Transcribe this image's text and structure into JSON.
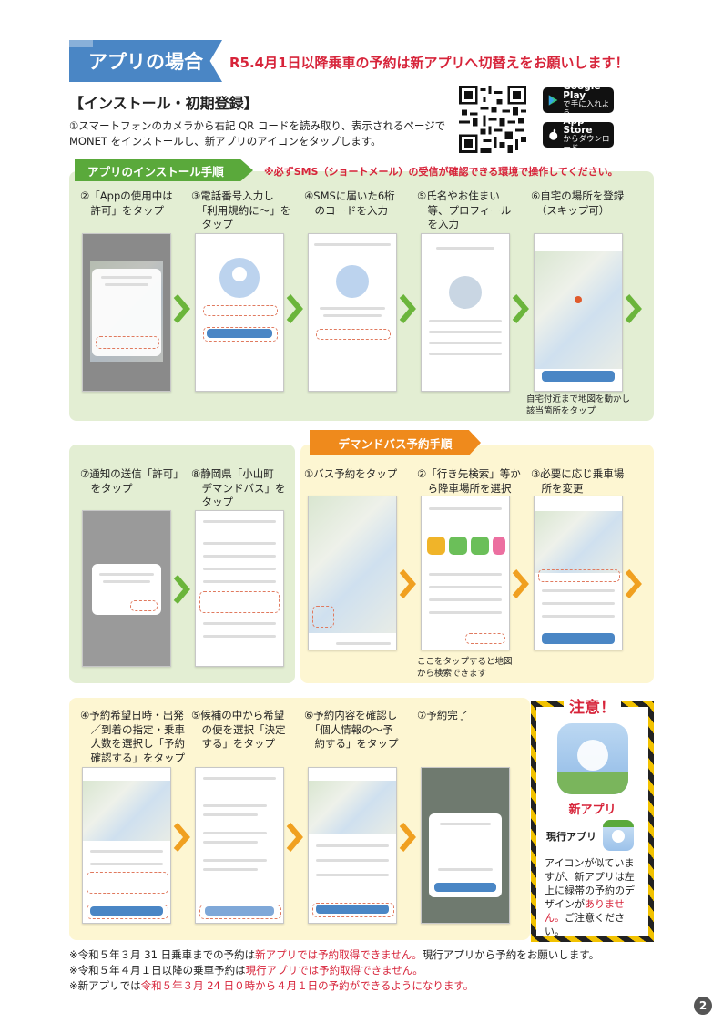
{
  "header": {
    "tag": "アプリの場合",
    "headline": "R5.4月1日以降乗車の予約は新アプリへ切替えをお願いします！"
  },
  "install": {
    "heading": "【インストール・初期登録】",
    "text": "①スマートフォンのカメラから右記 QR コードを読み取り、表示されるページで MONET をインストールし、新アプリのアイコンをタップします。",
    "google_play": {
      "small": "Google Play",
      "big": "で手に入れよう"
    },
    "app_store": {
      "small": "App Store",
      "big": "からダウンロード"
    }
  },
  "install_panel": {
    "tab": "アプリのインストール手順",
    "warning": "※必ずSMS（ショートメール）の受信が確認できる環境で操作してください。",
    "steps": [
      "②「Appの使用中は\n　許可」をタップ",
      "③電話番号入力し\n　「利用規約に～」を\n　タップ",
      "④SMSに届いた6桁\n　のコードを入力",
      "⑤氏名やお住まい\n　等、プロフィール\n　を入力",
      "⑥自宅の場所を登録\n　（スキップ可）"
    ],
    "note": "自宅付近まで地図を動かし\n該当箇所をタップ"
  },
  "register_panel": {
    "steps": [
      "⑦通知の送信「許可」\n　をタップ",
      "⑧静岡県「小山町\n　デマンドバス」を\n　タップ"
    ]
  },
  "demand_panel": {
    "tab": "デマンドバス予約手順",
    "steps": [
      "①バス予約をタップ",
      "②「行き先検索」等か\n　ら降車場所を選択",
      "③必要に応じ乗車場\n　所を変更"
    ],
    "note": "ここをタップすると地図\nから検索できます"
  },
  "booking_panel": {
    "steps": [
      "④予約希望日時・出発\n　／到着の指定・乗車\n　人数を選択し「予約\n　確認する」をタップ",
      "⑤候補の中から希望\n　の便を選択「決定\n　する」をタップ",
      "⑥予約内容を確認し\n　「個人情報の～予\n　約する」をタップ",
      "⑦予約完了"
    ]
  },
  "caution": {
    "title": "注意！",
    "new_app": "新アプリ",
    "current_app": "現行アプリ",
    "text_a": "アイコンが似ていますが、新アプリは左上に緑帯の予約のデザインが",
    "text_red": "ありません。",
    "text_b": "ご注意ください。"
  },
  "footer": {
    "l1a": "※令和５年３月 31 日乗車までの予約は",
    "l1r": "新アプリでは予約取得できません。",
    "l1b": "現行アプリから予約をお願いします。",
    "l2a": "※令和５年４月１日以降の乗車予約は",
    "l2r": "現行アプリでは予約取得できません。",
    "l3a": "※新アプリでは",
    "l3r": "令和５年３月 24 日０時から４月１日の予約ができるようになります。"
  },
  "page_number": "2",
  "colors": {
    "blue": "#4a86c5",
    "red": "#d7243a",
    "green": "#5aa93b",
    "orange": "#ef8a1c",
    "chevron_green": "#6bb53b",
    "chevron_orange": "#f0a020"
  }
}
